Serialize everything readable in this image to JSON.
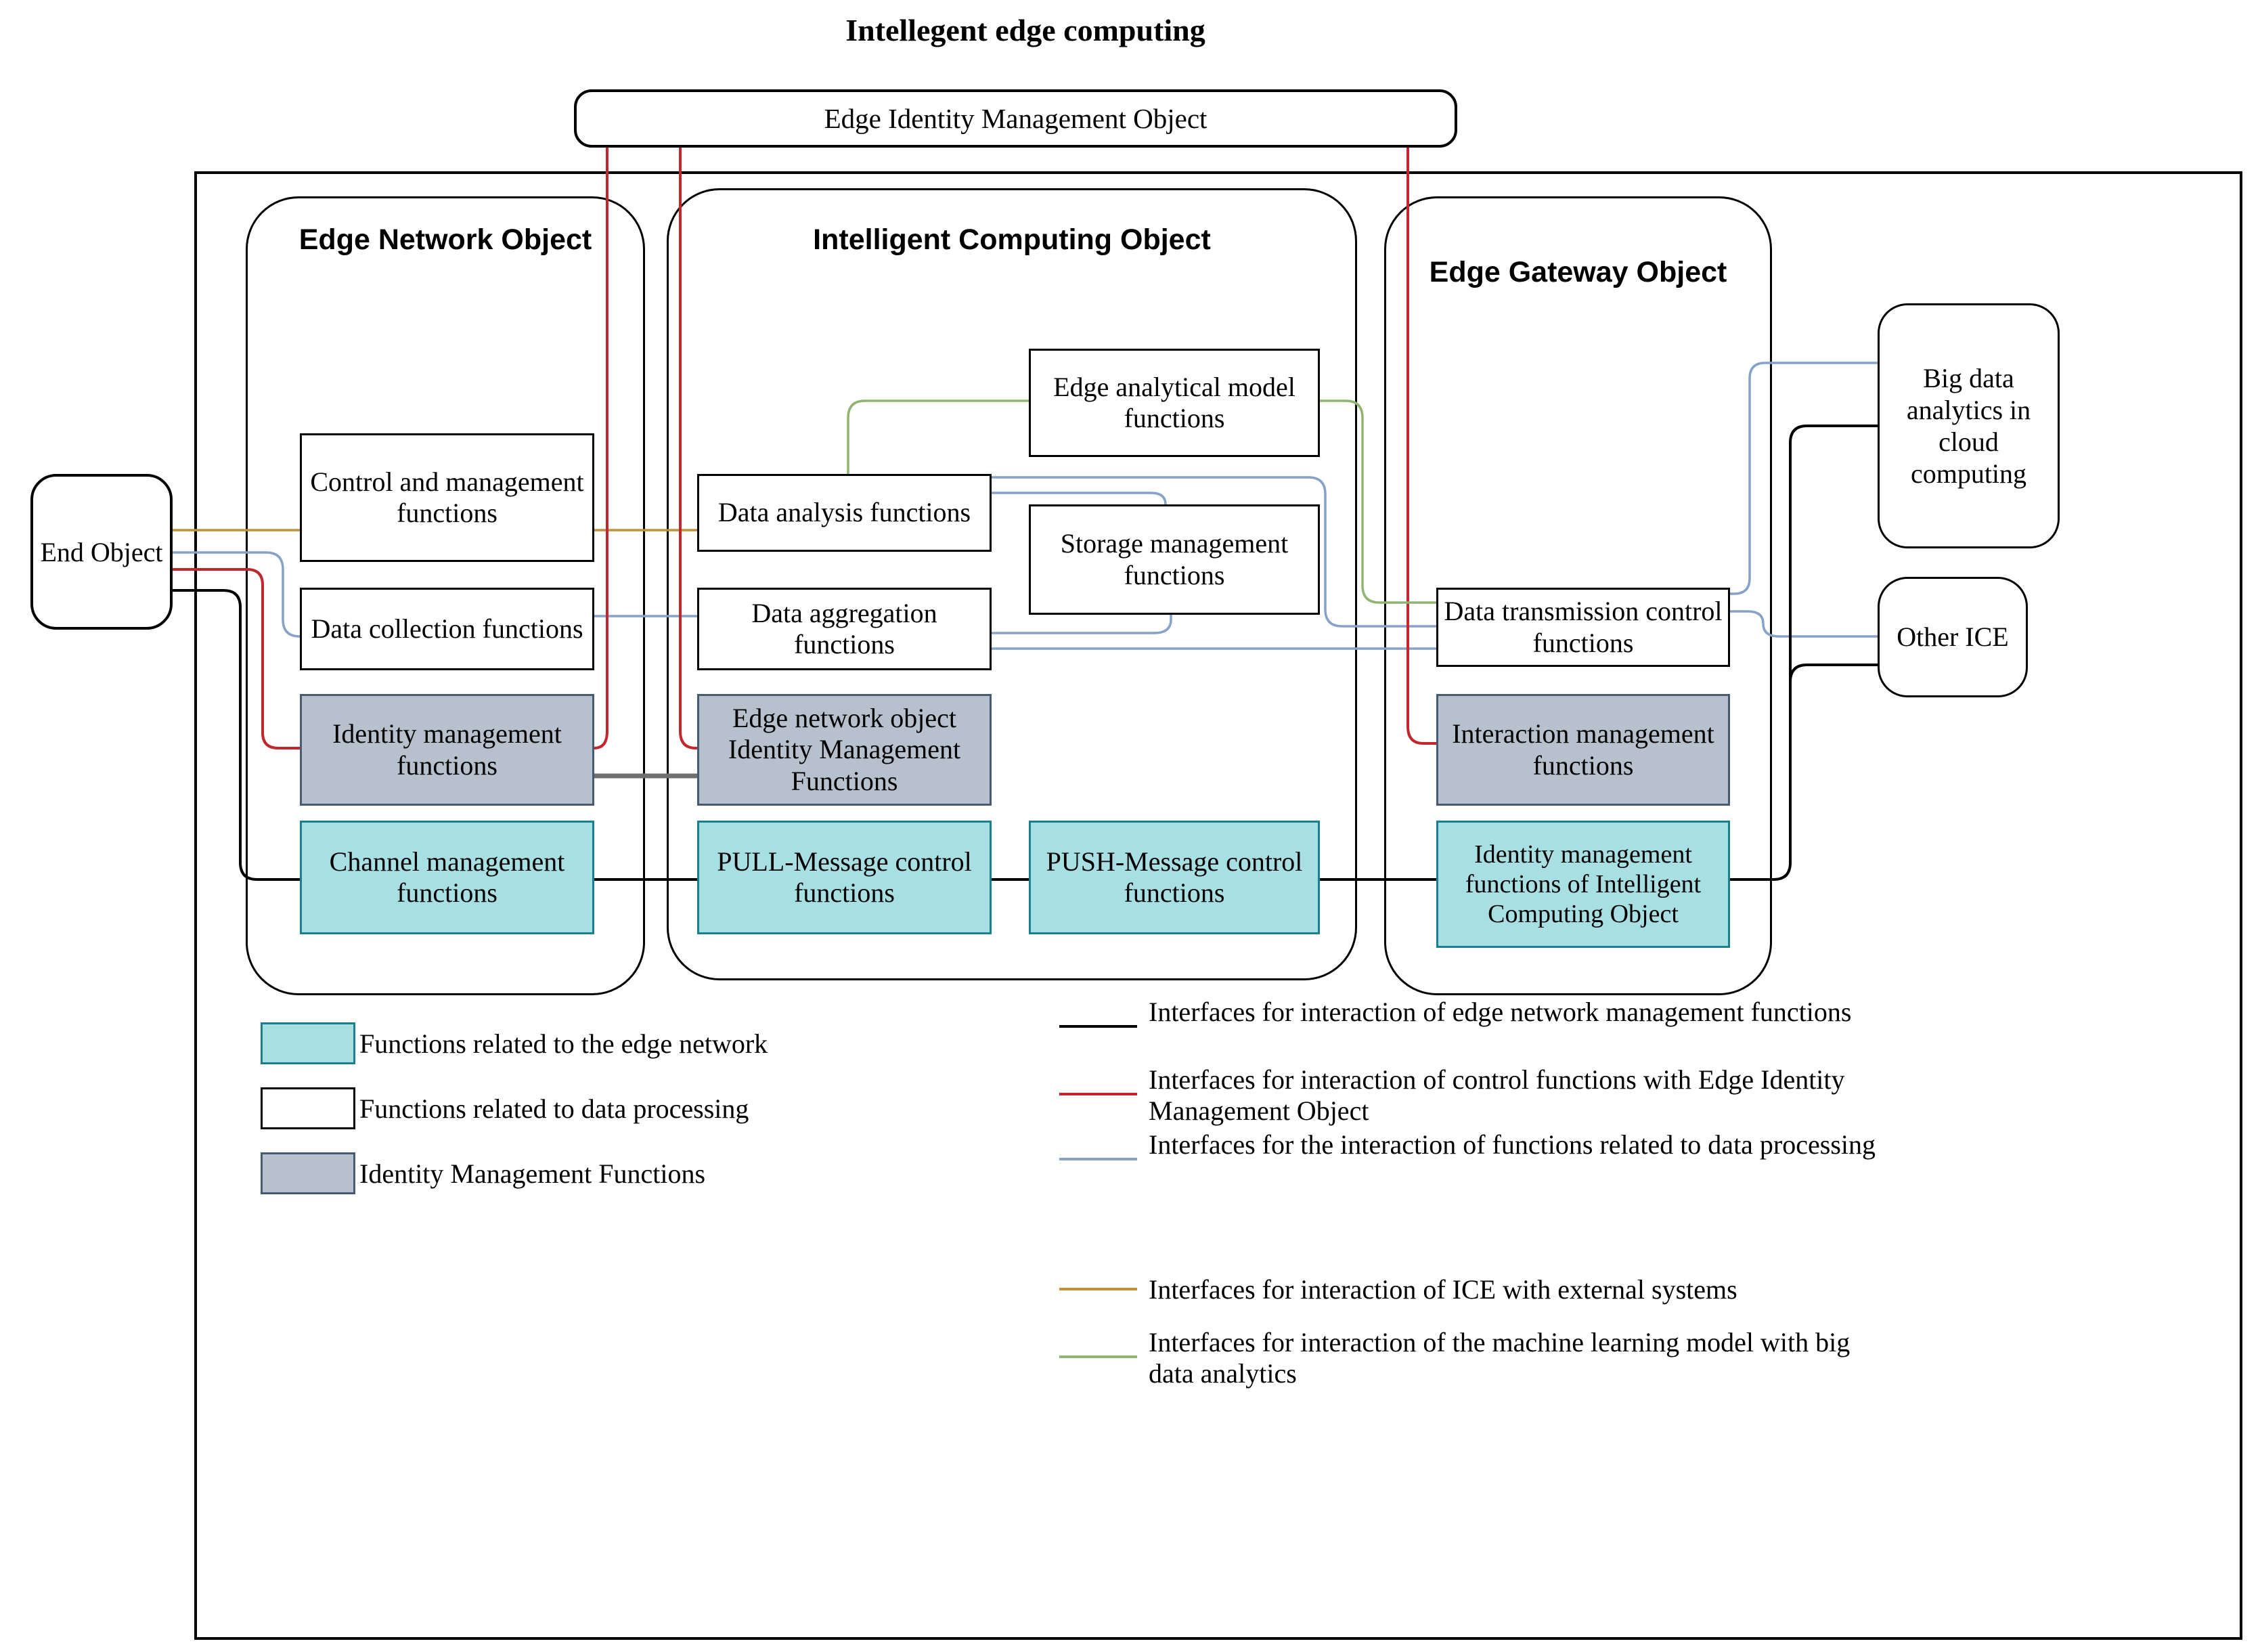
{
  "diagram": {
    "title": "Intellegent edge computing",
    "eimo_label": "Edge Identity Management Object",
    "end_object_label": "End Object",
    "big_data_label": "Big data analytics in cloud computing",
    "other_ice_label": "Other ICE",
    "colors": {
      "black": "#000000",
      "red": "#c1272d",
      "blue": "#87a2c8",
      "green": "#90b56f",
      "orange": "#c0903a",
      "gray_line": "#707070",
      "teal_fill": "#a8dfe3",
      "teal_border": "#1b808d",
      "gray_fill": "#b7c1cd",
      "gray_border": "#465a71"
    },
    "containers": {
      "edge_network": {
        "title": "Edge Network Object",
        "boxes": [
          {
            "label": "Control and management functions",
            "type": "white"
          },
          {
            "label": "Data collection functions",
            "type": "white"
          },
          {
            "label": "Identity management functions",
            "type": "gray"
          },
          {
            "label": "Channel management functions",
            "type": "teal"
          }
        ]
      },
      "intelligent_computing": {
        "title": "Intelligent Computing Object",
        "boxes": [
          {
            "label": "Edge analytical model functions",
            "type": "white"
          },
          {
            "label": "Data analysis functions",
            "type": "white"
          },
          {
            "label": "Storage management functions",
            "type": "white"
          },
          {
            "label": "Data aggregation functions",
            "type": "white"
          },
          {
            "label": "Edge network object Identity Management Functions",
            "type": "gray"
          },
          {
            "label": "PULL-Message control functions",
            "type": "teal"
          },
          {
            "label": "PUSH-Message control functions",
            "type": "teal"
          }
        ]
      },
      "edge_gateway": {
        "title": "Edge Gateway Object",
        "boxes": [
          {
            "label": "Data transmission control functions",
            "type": "white"
          },
          {
            "label": "Interaction management functions",
            "type": "gray"
          },
          {
            "label": "Identity management functions of Intelligent Computing Object",
            "type": "teal"
          }
        ]
      }
    },
    "legend": {
      "fills": [
        {
          "swatch": "teal",
          "label": "Functions related to the edge network"
        },
        {
          "swatch": "white",
          "label": "Functions related to data processing"
        },
        {
          "swatch": "gray",
          "label": "Identity Management Functions"
        }
      ],
      "lines": [
        {
          "color": "black",
          "label": "Interfaces for interaction of edge network management functions"
        },
        {
          "color": "red",
          "label": "Interfaces for interaction of control functions with Edge Identity Management Object"
        },
        {
          "color": "blue",
          "label": "Interfaces for the interaction of functions related to data processing"
        },
        {
          "color": "orange",
          "label": "Interfaces for interaction of ICE with external systems"
        },
        {
          "color": "green",
          "label": "Interfaces for interaction of the machine learning model with big data analytics"
        }
      ]
    }
  }
}
